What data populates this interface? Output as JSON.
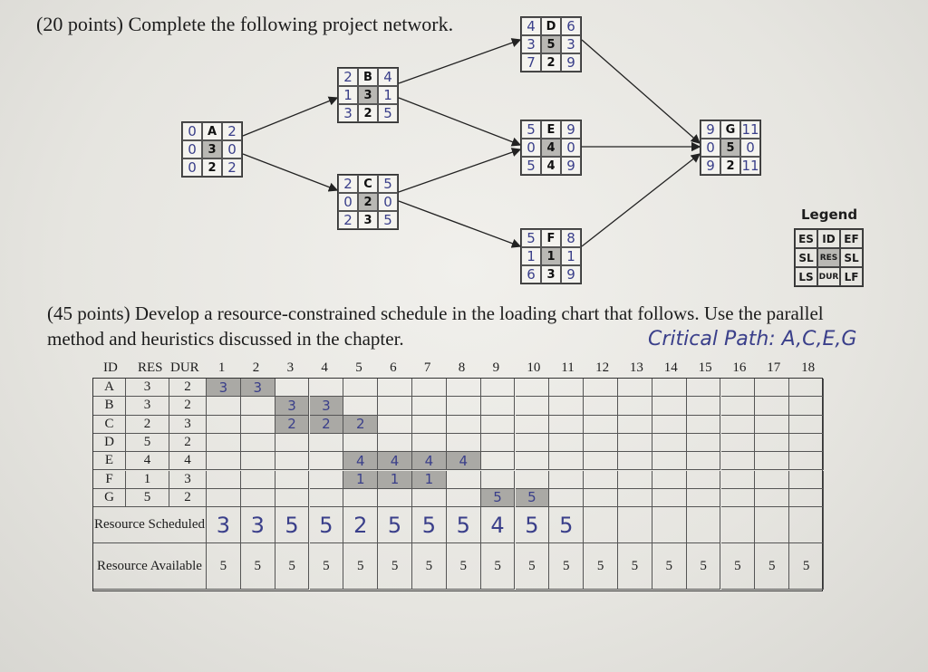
{
  "question1": "(20 points) Complete the following project network.",
  "question2": "(45 points) Develop a resource-constrained schedule in the loading chart that follows. Use the parallel method and heuristics discussed in the chapter.",
  "critical_path": "Critical Path: A,C,E,G",
  "legend": {
    "title": "Legend",
    "cells": [
      "ES",
      "ID",
      "EF",
      "SL",
      "RES",
      "SL",
      "LS",
      "DUR",
      "LF"
    ]
  },
  "nodes": {
    "A": [
      "0",
      "A",
      "2",
      "0",
      "3",
      "0",
      "0",
      "2",
      "2"
    ],
    "B": [
      "2",
      "B",
      "4",
      "1",
      "3",
      "1",
      "3",
      "2",
      "5"
    ],
    "C": [
      "2",
      "C",
      "5",
      "0",
      "2",
      "0",
      "2",
      "3",
      "5"
    ],
    "D": [
      "4",
      "D",
      "6",
      "3",
      "5",
      "3",
      "7",
      "2",
      "9"
    ],
    "E": [
      "5",
      "E",
      "9",
      "0",
      "4",
      "0",
      "5",
      "4",
      "9"
    ],
    "F": [
      "5",
      "F",
      "8",
      "1",
      "1",
      "1",
      "6",
      "3",
      "9"
    ],
    "G": [
      "9",
      "G",
      "11",
      "0",
      "5",
      "0",
      "9",
      "2",
      "11"
    ]
  },
  "table": {
    "headers": [
      "ID",
      "RES",
      "DUR"
    ],
    "periods": [
      "1",
      "2",
      "3",
      "4",
      "5",
      "6",
      "7",
      "8",
      "9",
      "10",
      "11",
      "12",
      "13",
      "14",
      "15",
      "16",
      "17",
      "18"
    ],
    "rows": [
      {
        "id": "A",
        "res": "3",
        "dur": "2",
        "marks": [
          "3",
          "3"
        ]
      },
      {
        "id": "B",
        "res": "3",
        "dur": "2",
        "marks": [
          "",
          "",
          "3",
          "3"
        ]
      },
      {
        "id": "C",
        "res": "2",
        "dur": "3",
        "marks": [
          "",
          "",
          "2",
          "2",
          "2"
        ]
      },
      {
        "id": "D",
        "res": "5",
        "dur": "2",
        "marks": []
      },
      {
        "id": "E",
        "res": "4",
        "dur": "4",
        "marks": [
          "",
          "",
          "",
          "",
          "4",
          "4",
          "4",
          "4"
        ]
      },
      {
        "id": "F",
        "res": "1",
        "dur": "3",
        "marks": [
          "",
          "",
          "",
          "",
          "1",
          "1",
          "1"
        ]
      },
      {
        "id": "G",
        "res": "5",
        "dur": "2",
        "marks": [
          "",
          "",
          "",
          "",
          "",
          "",
          "",
          "",
          "5",
          "5"
        ]
      }
    ],
    "resource_scheduled_label": "Resource Scheduled",
    "resource_scheduled": [
      "3",
      "3",
      "5",
      "5",
      "2",
      "5",
      "5",
      "5",
      "4",
      "5",
      "5"
    ],
    "resource_available_label": "Resource Available",
    "resource_available": [
      "5",
      "5",
      "5",
      "5",
      "5",
      "5",
      "5",
      "5",
      "5",
      "5",
      "5",
      "5",
      "5",
      "5",
      "5",
      "5",
      "5",
      "5"
    ]
  }
}
